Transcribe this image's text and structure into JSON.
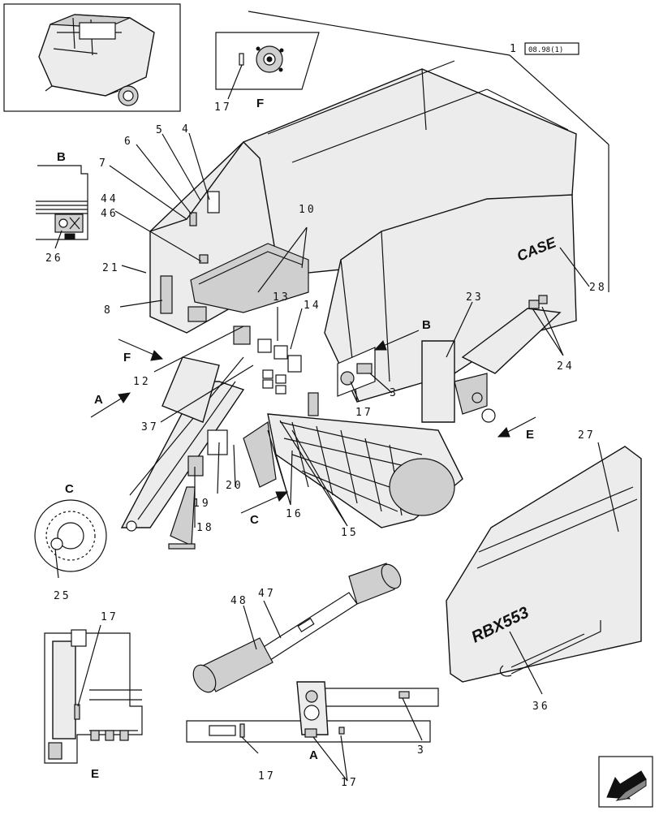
{
  "diagram": {
    "view_letters": {
      "A": "A",
      "B": "B",
      "C": "C",
      "E": "E",
      "F": "F"
    },
    "reference_box": {
      "index": "1",
      "code": "08.98(1)"
    },
    "callouts": {
      "c3a": "3",
      "c3b": "3",
      "c4": "4",
      "c5": "5",
      "c6": "6",
      "c7": "7",
      "c8": "8",
      "c10": "10",
      "c12": "12",
      "c13": "13",
      "c14": "14",
      "c15": "15",
      "c16": "16",
      "c17a": "17",
      "c17b": "17",
      "c17c": "17",
      "c17d": "17",
      "c17e": "17",
      "c18": "18",
      "c19": "19",
      "c20": "20",
      "c21": "21",
      "c23": "23",
      "c24": "24",
      "c25": "25",
      "c26": "26",
      "c27": "27",
      "c28": "28",
      "c36": "36",
      "c37": "37",
      "c44": "44",
      "c46": "46",
      "c47": "47",
      "c48": "48"
    },
    "brand_decal": "CASE",
    "model_decal": "RBX553",
    "icons": [
      "overview-machine-icon",
      "navigation-arrow-icon"
    ],
    "colors": {
      "line": "#111111",
      "panel": "#ececec",
      "shade": "#cfcfcf"
    }
  }
}
